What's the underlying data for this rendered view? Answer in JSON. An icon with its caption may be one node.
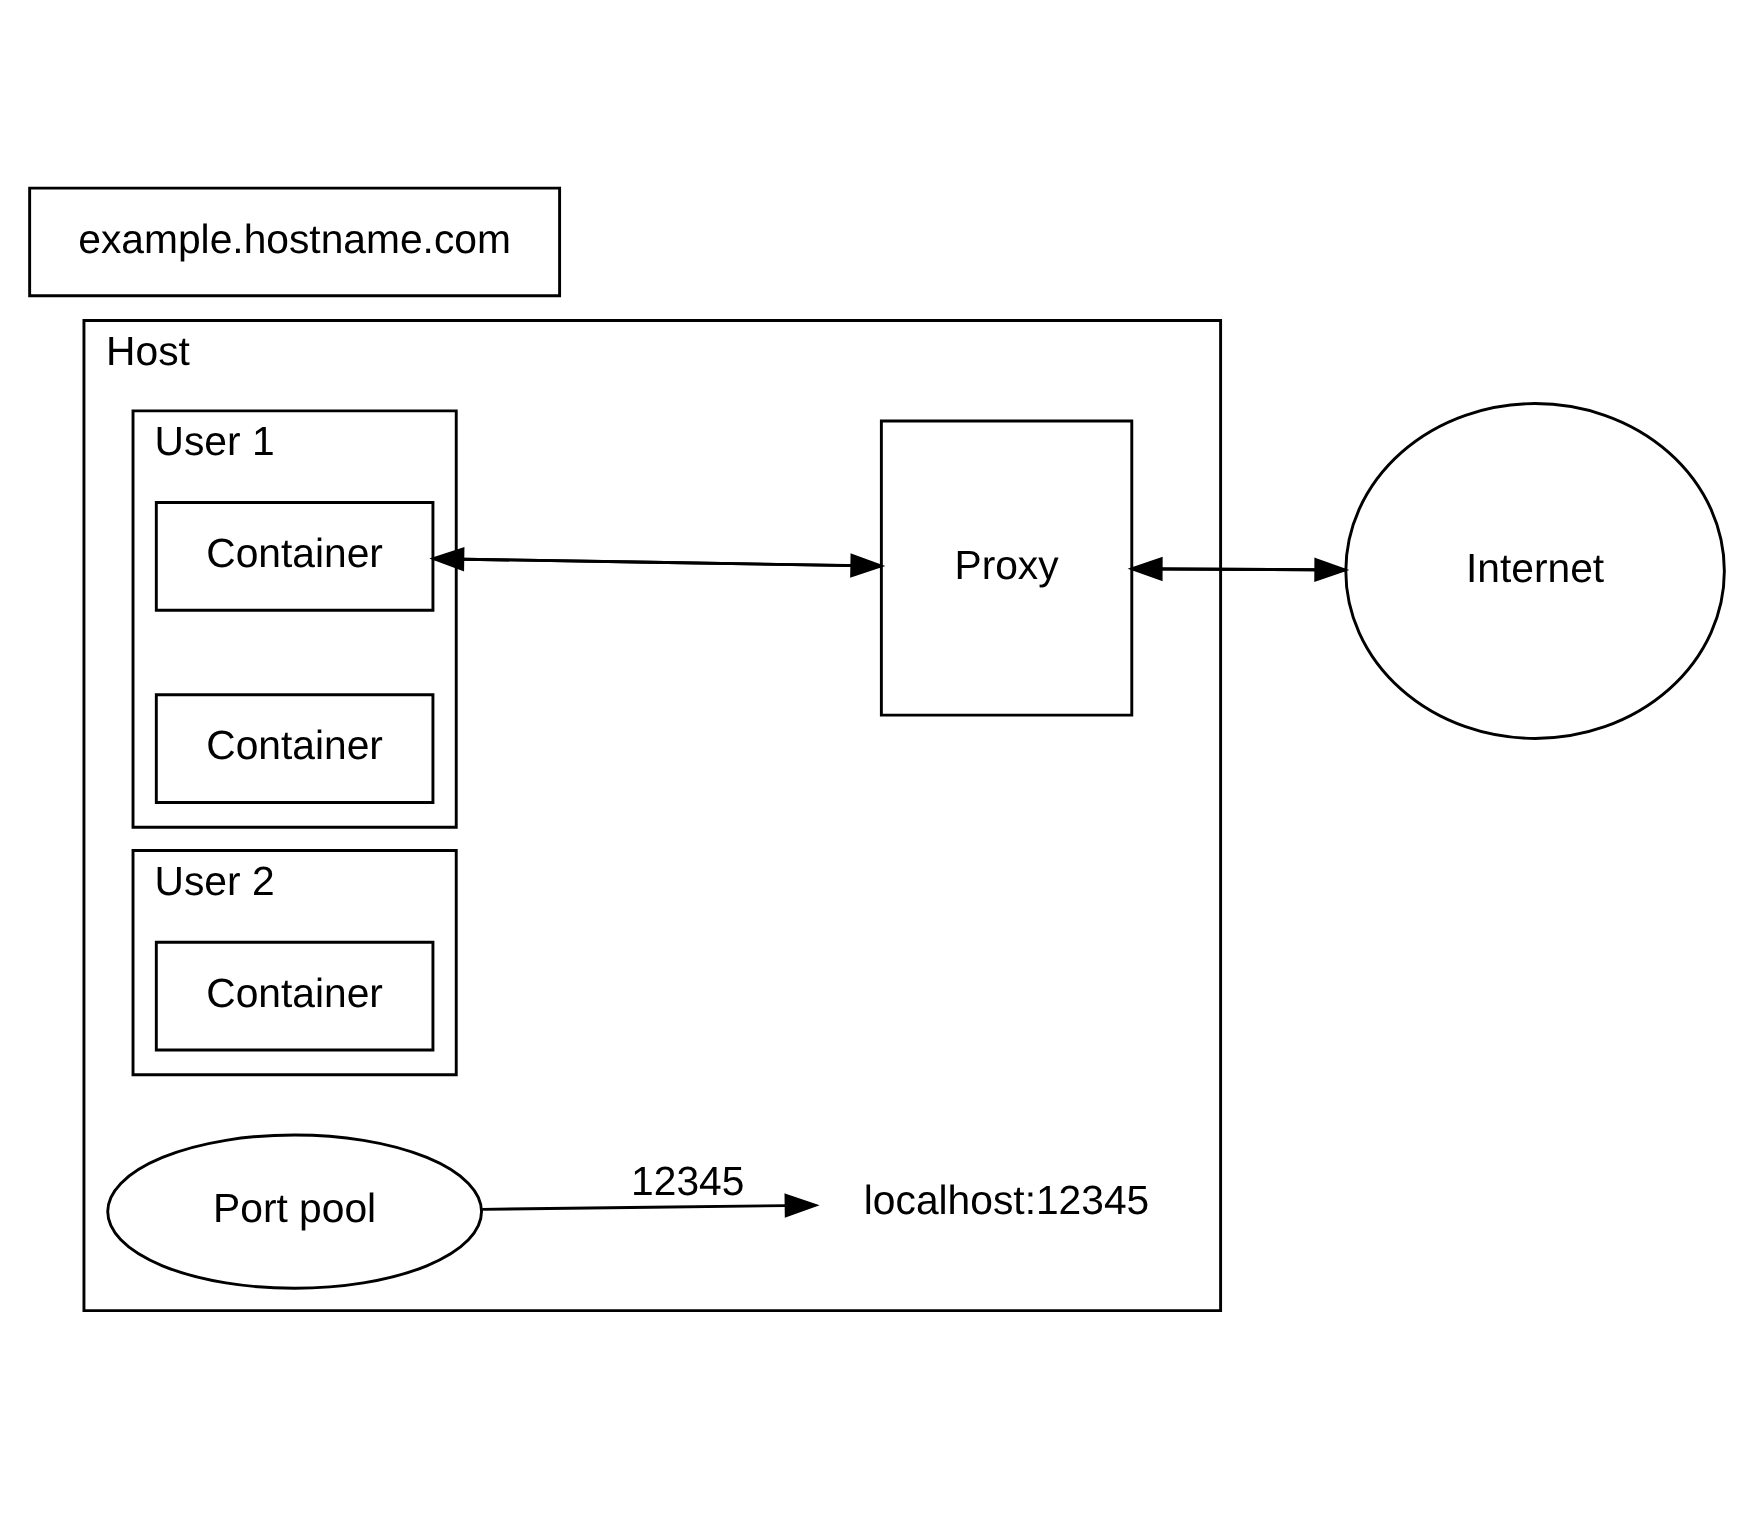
{
  "diagram": {
    "nodes": [
      {
        "text": [
          "Host"
        ]
      },
      {
        "text": [
          "Port pool"
        ],
        "in": 0
      },
      {
        "text": [
          "User 1"
        ],
        "in": 0
      },
      {
        "text": [
          "localhost:12345"
        ],
        "in": 0
      },
      {
        "text": [
          "Container"
        ],
        "in": 2
      },
      {
        "text": [
          "Container"
        ],
        "in": 2
      },
      {
        "text": [
          "example.hostname.com"
        ]
      },
      {
        "text": [
          "Proxy"
        ],
        "in": 0
      },
      {
        "text": [
          "Internet"
        ]
      },
      {
        "text": [
          "User 2"
        ],
        "in": 0
      },
      {
        "text": [
          "Container"
        ],
        "in": 9
      }
    ],
    "edges": [
      {
        "from": 1,
        "to": 3,
        "arrow": "to",
        "label": "12345"
      },
      {
        "from": 7,
        "to": 4,
        "arrow": "to"
      },
      {
        "from": 4,
        "to": 7,
        "arrow": "to"
      },
      {
        "from": 7,
        "to": 8,
        "arrow": "to"
      },
      {
        "from": 8,
        "to": 7,
        "arrow": "to"
      }
    ]
  }
}
